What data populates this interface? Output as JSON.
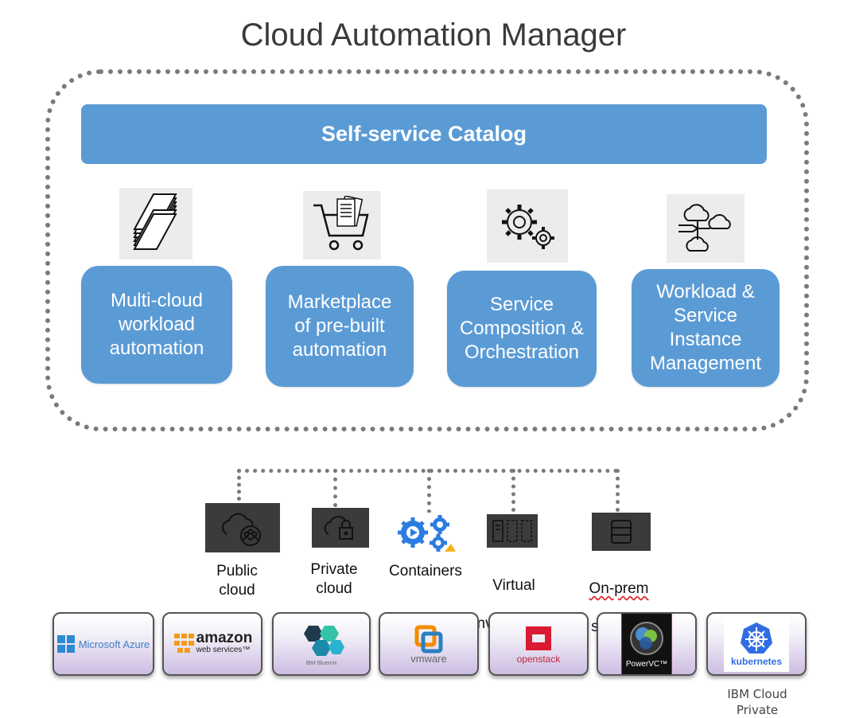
{
  "title": "Cloud Automation Manager",
  "catalog": {
    "label": "Self-service Catalog"
  },
  "capabilities": [
    {
      "label": "Multi-cloud\nworkload\nautomation",
      "icon": "stacked-documents-icon"
    },
    {
      "label": "Marketplace\nof pre-built\nautomation",
      "icon": "shopping-cart-icon"
    },
    {
      "label": "Service\nComposition &\nOrchestration",
      "icon": "gears-icon"
    },
    {
      "label": "Workload &\nService\nInstance\nManagement",
      "icon": "cloud-network-icon"
    }
  ],
  "environments": [
    {
      "label": "Public\ncloud",
      "icon": "public-cloud-icon"
    },
    {
      "label": "Private\ncloud",
      "icon": "private-cloud-lock-icon"
    },
    {
      "label": "Containers",
      "icon": "containers-gears-icon"
    },
    {
      "label_line1": "Virtual",
      "label_line2": "environments",
      "icon": "virtual-servers-icon"
    },
    {
      "label_line1": "On-prem",
      "label_line2": "systems",
      "icon": "server-icon"
    }
  ],
  "providers": [
    {
      "name": "Microsoft Azure",
      "icon": "azure-logo"
    },
    {
      "name": "amazon",
      "sub": "web services",
      "tm": "™",
      "icon": "aws-logo"
    },
    {
      "name": "IBM Bluemix",
      "icon": "bluemix-logo"
    },
    {
      "name": "vmware",
      "icon": "vmware-logo"
    },
    {
      "name": "openstack",
      "icon": "openstack-logo"
    },
    {
      "name": "PowerVC",
      "tm": "™",
      "icon": "powervc-logo"
    },
    {
      "name": "kubernetes",
      "icon": "kubernetes-logo"
    }
  ],
  "ibm_cloud_private": "IBM Cloud\nPrivate",
  "colors": {
    "accent": "#5b9bd5",
    "frame": "#7a7a7a",
    "tile_dark": "#3b3b3b"
  }
}
